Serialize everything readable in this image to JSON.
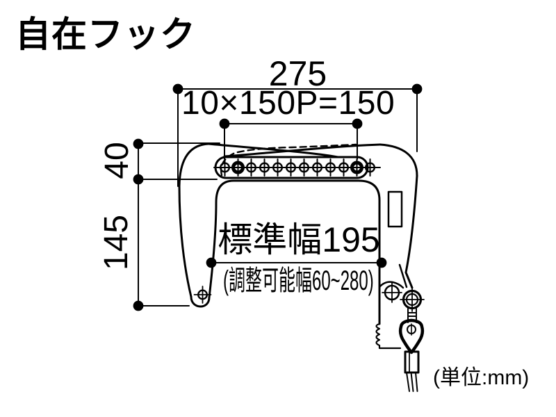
{
  "colors": {
    "ink": "#000000",
    "paper": "#ffffff"
  },
  "title": "自在フック",
  "unit_note": "(単位:mm)",
  "dimensions": {
    "overall_width": "275",
    "hole_pitch": "10×150P=150",
    "top_offset": "40",
    "leg_height": "145",
    "standard_width": "標準幅195",
    "adjustable_range": "(調整可能幅60~280)"
  },
  "figure": {
    "hole_count": 12
  }
}
